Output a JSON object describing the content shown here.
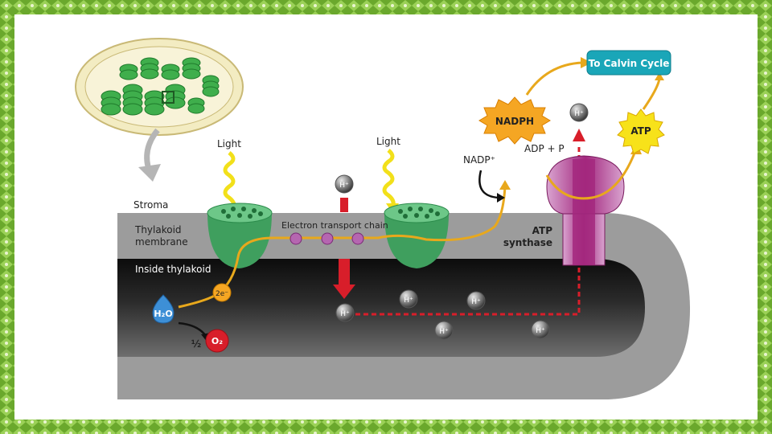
{
  "labels": {
    "light_1": "Light",
    "light_2": "Light",
    "stroma": "Stroma",
    "thylakoid_membrane_1": "Thylakoid",
    "thylakoid_membrane_2": "membrane",
    "inside_thylakoid": "Inside thylakoid",
    "electron_transport_chain": "Electron transport chain",
    "atp_synthase_1": "ATP",
    "atp_synthase_2": "synthase",
    "nadp_plus": "NADP⁺",
    "adp_p": "ADP + P",
    "nadph": "NADPH",
    "atp": "ATP",
    "calvin_cycle": "To Calvin Cycle",
    "h2o": "H₂O",
    "two_e": "2e⁻",
    "half": "½",
    "o2": "O₂",
    "h_plus": "H⁺"
  },
  "colors": {
    "frame": "#6aa82c",
    "stroma_band": "#9c9c9c",
    "inside_dark": "#1e1e1e",
    "photosystem": "#4cae6e",
    "electron_path": "#e8a81c",
    "proton_path": "#d81e2a",
    "atp_synthase": "#a3287e",
    "calvin_box": "#1aa6b8",
    "starburst": "#f5a623"
  }
}
